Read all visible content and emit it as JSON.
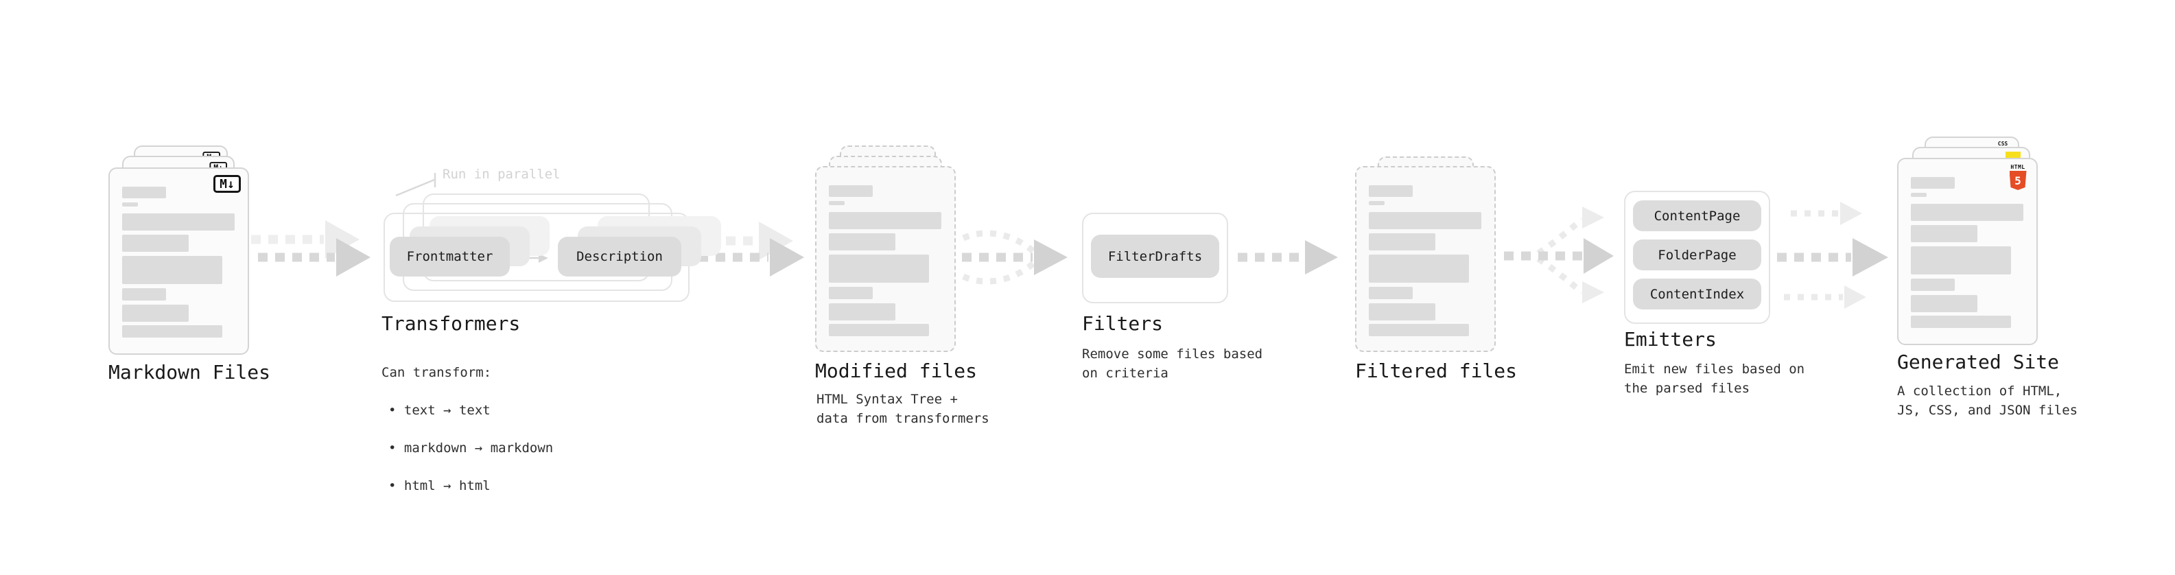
{
  "nodes": {
    "markdown": {
      "label": "Markdown Files",
      "badge": "M↓"
    },
    "transformers": {
      "label": "Transformers",
      "annotation": "Run in parallel",
      "pill_frontmatter": "Frontmatter",
      "pill_description": "Description",
      "desc_title": "Can transform:",
      "bullet_1": "• text → text",
      "bullet_2": "• markdown → markdown",
      "bullet_3": "• html → html"
    },
    "modified": {
      "label": "Modified files",
      "desc": "HTML Syntax Tree +\ndata from transformers"
    },
    "filters": {
      "label": "Filters",
      "pill": "FilterDrafts",
      "desc": "Remove some files based\non criteria"
    },
    "filtered": {
      "label": "Filtered files"
    },
    "emitters": {
      "label": "Emitters",
      "pill_1": "ContentPage",
      "pill_2": "FolderPage",
      "pill_3": "ContentIndex",
      "desc": "Emit new files based on\nthe parsed files"
    },
    "generated": {
      "label": "Generated Site",
      "desc": "A collection of HTML,\nJS, CSS, and JSON files",
      "html_badge_label": "HTML",
      "html_badge_number": "5",
      "css_badge_label": "CSS"
    }
  },
  "colors": {
    "html5_orange": "#e44d26",
    "js_yellow": "#f7df1e",
    "css_blue": "#2b6be8",
    "arrow_gray": "#d8d8d8",
    "arrow_light": "#eaeaea",
    "pill_gray": "#dcdcdc",
    "skeleton_gray": "#dcdcdc",
    "annotation_gray": "#d2d2d2"
  }
}
